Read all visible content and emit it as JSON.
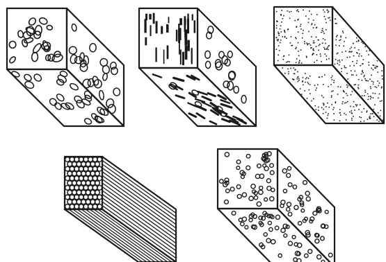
{
  "figure": {
    "kind": "microstructure-illustration",
    "ink_color": "#1a1a1a",
    "paper_color": "#ffffff",
    "blocks": [
      {
        "id": "block-large-ellipses",
        "texture": "large-ellipses",
        "label": ""
      },
      {
        "id": "block-lamellae-mixed",
        "texture": "vertical-lamellae-with-ellipses",
        "label": ""
      },
      {
        "id": "block-fine-dots",
        "texture": "fine-dots",
        "label": ""
      },
      {
        "id": "block-fibrous",
        "texture": "honeycomb-face-with-fibres",
        "label": ""
      },
      {
        "id": "block-small-circles",
        "texture": "small-circles",
        "label": ""
      }
    ]
  }
}
